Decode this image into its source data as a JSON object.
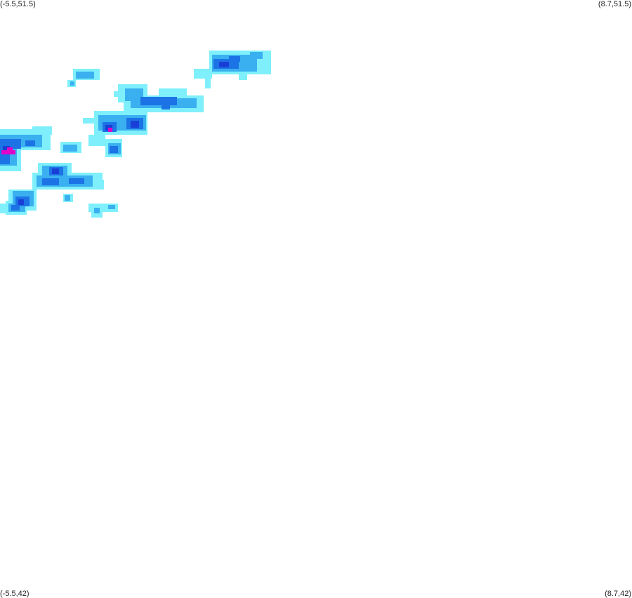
{
  "corners": {
    "top_left": "(-5.5,51.5)",
    "top_right": "(8.7,51.5)",
    "bottom_left": "(-5.5,42)",
    "bottom_right": "(8.7,42)"
  },
  "colors": {
    "level_1": "#7ff0fb",
    "level_2": "#3ab0f0",
    "level_3": "#1c73e6",
    "level_4": "#1a3fd6",
    "level_5": "#e000c8"
  }
}
